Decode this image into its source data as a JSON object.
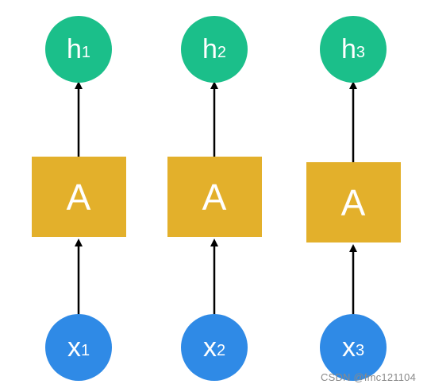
{
  "diagram": {
    "colors": {
      "output_node": "#1bbf8a",
      "cell_box": "#e3b02b",
      "input_node": "#2f8ae6",
      "arrow": "#000000"
    },
    "steps": [
      {
        "output": {
          "base": "h",
          "sub": "1"
        },
        "cell": "A",
        "input": {
          "base": "x",
          "sub": "1"
        }
      },
      {
        "output": {
          "base": "h",
          "sub": "2"
        },
        "cell": "A",
        "input": {
          "base": "x",
          "sub": "2"
        }
      },
      {
        "output": {
          "base": "h",
          "sub": "3"
        },
        "cell": "A",
        "input": {
          "base": "x",
          "sub": "3"
        }
      }
    ]
  },
  "watermark": "CSDN @fmc121104"
}
